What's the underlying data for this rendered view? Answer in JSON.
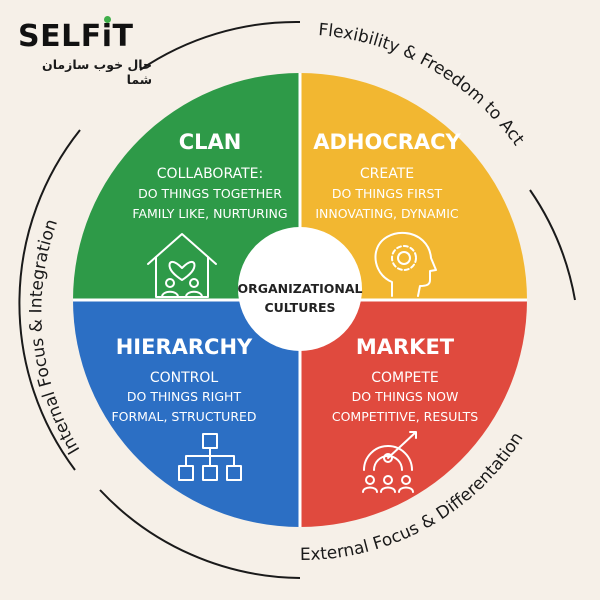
{
  "logo": {
    "brand": "SELFiT",
    "tagline": "حال خوب سازمان شما"
  },
  "center": {
    "line1": "ORGANIZATIONAL",
    "line2": "CULTURES"
  },
  "quadrants": {
    "clan": {
      "title": "CLAN",
      "verb": "COLLABORATE:",
      "line1": "DO THINGS TOGETHER",
      "line2": "FAMILY LIKE, NURTURING",
      "color": "#2e9a48",
      "icon": "family-house-icon"
    },
    "adhocracy": {
      "title": "ADHOCRACY",
      "verb": "CREATE",
      "line1": "DO THINGS FIRST",
      "line2": "INNOVATING, DYNAMIC",
      "color": "#f2b731",
      "icon": "head-gear-icon"
    },
    "hierarchy": {
      "title": "HIERARCHY",
      "verb": "CONTROL",
      "line1": "DO THINGS RIGHT",
      "line2": "FORMAL, STRUCTURED",
      "color": "#2c6fc4",
      "icon": "org-chart-icon"
    },
    "market": {
      "title": "MARKET",
      "verb": "COMPETE",
      "line1": "DO THINGS NOW",
      "line2": "COMPETITIVE, RESULTS",
      "color": "#e04a3e",
      "icon": "target-people-icon"
    }
  },
  "axes": {
    "top": "Flexibility & Freedom to Act",
    "left": "Internal Focus & Integration",
    "bottom": "External Focus & Differentation"
  }
}
